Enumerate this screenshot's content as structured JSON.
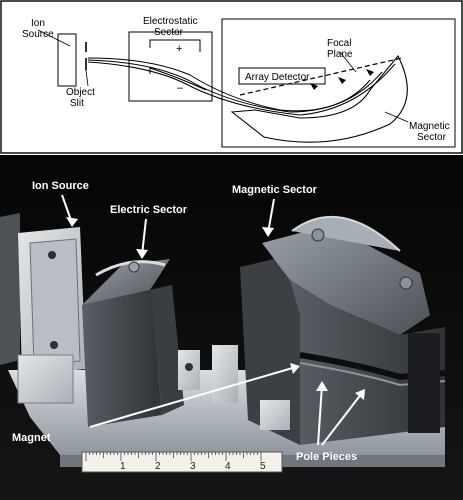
{
  "schematic": {
    "ion_source": [
      "Ion",
      "Source"
    ],
    "object_slit": [
      "Object",
      "Slit"
    ],
    "electrostatic_sector": [
      "Electrostatic",
      "Sector"
    ],
    "plus_sign": "+",
    "minus_sign": "–",
    "focal_plane": [
      "Focal",
      "Plane"
    ],
    "array_detector": "Array Detector",
    "magnetic_sector": [
      "Magnetic",
      "Sector"
    ]
  },
  "photo": {
    "ion_source": "Ion Source",
    "electric_sector": "Electric Sector",
    "magnetic_sector": "Magnetic Sector",
    "magnet": "Magnet",
    "pole_pieces": "Pole Pieces",
    "ruler_ticks": [
      "1",
      "2",
      "3",
      "4",
      "5"
    ]
  }
}
